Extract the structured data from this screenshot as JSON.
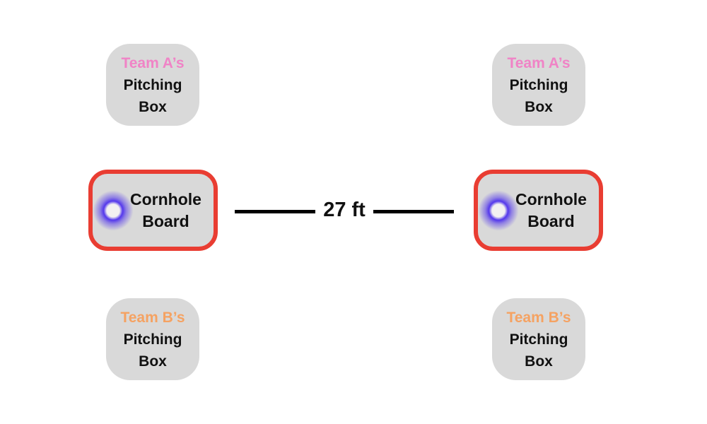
{
  "page": {
    "background": "#ffffff",
    "description": "Cornhole court layout diagram"
  },
  "colors": {
    "box_bg": "#d9d9d9",
    "board_border_red": "#e93d32",
    "team_a_pink": "#f083c6",
    "team_b_orange": "#f5a262",
    "text_black": "#111111",
    "distance_line": "#000000",
    "hole_glow_blue": "#5438ec"
  },
  "left": {
    "team_a_box": {
      "team": "Team A’s",
      "line1": "Pitching",
      "line2": "Box"
    },
    "board": {
      "line1": "Cornhole",
      "line2": "Board"
    },
    "team_b_box": {
      "team": "Team B’s",
      "line1": "Pitching",
      "line2": "Box"
    }
  },
  "right": {
    "team_a_box": {
      "team": "Team A’s",
      "line1": "Pitching",
      "line2": "Box"
    },
    "board": {
      "line1": "Cornhole",
      "line2": "Board"
    },
    "team_b_box": {
      "team": "Team B’s",
      "line1": "Pitching",
      "line2": "Box"
    }
  },
  "distance": {
    "label": "27 ft"
  }
}
